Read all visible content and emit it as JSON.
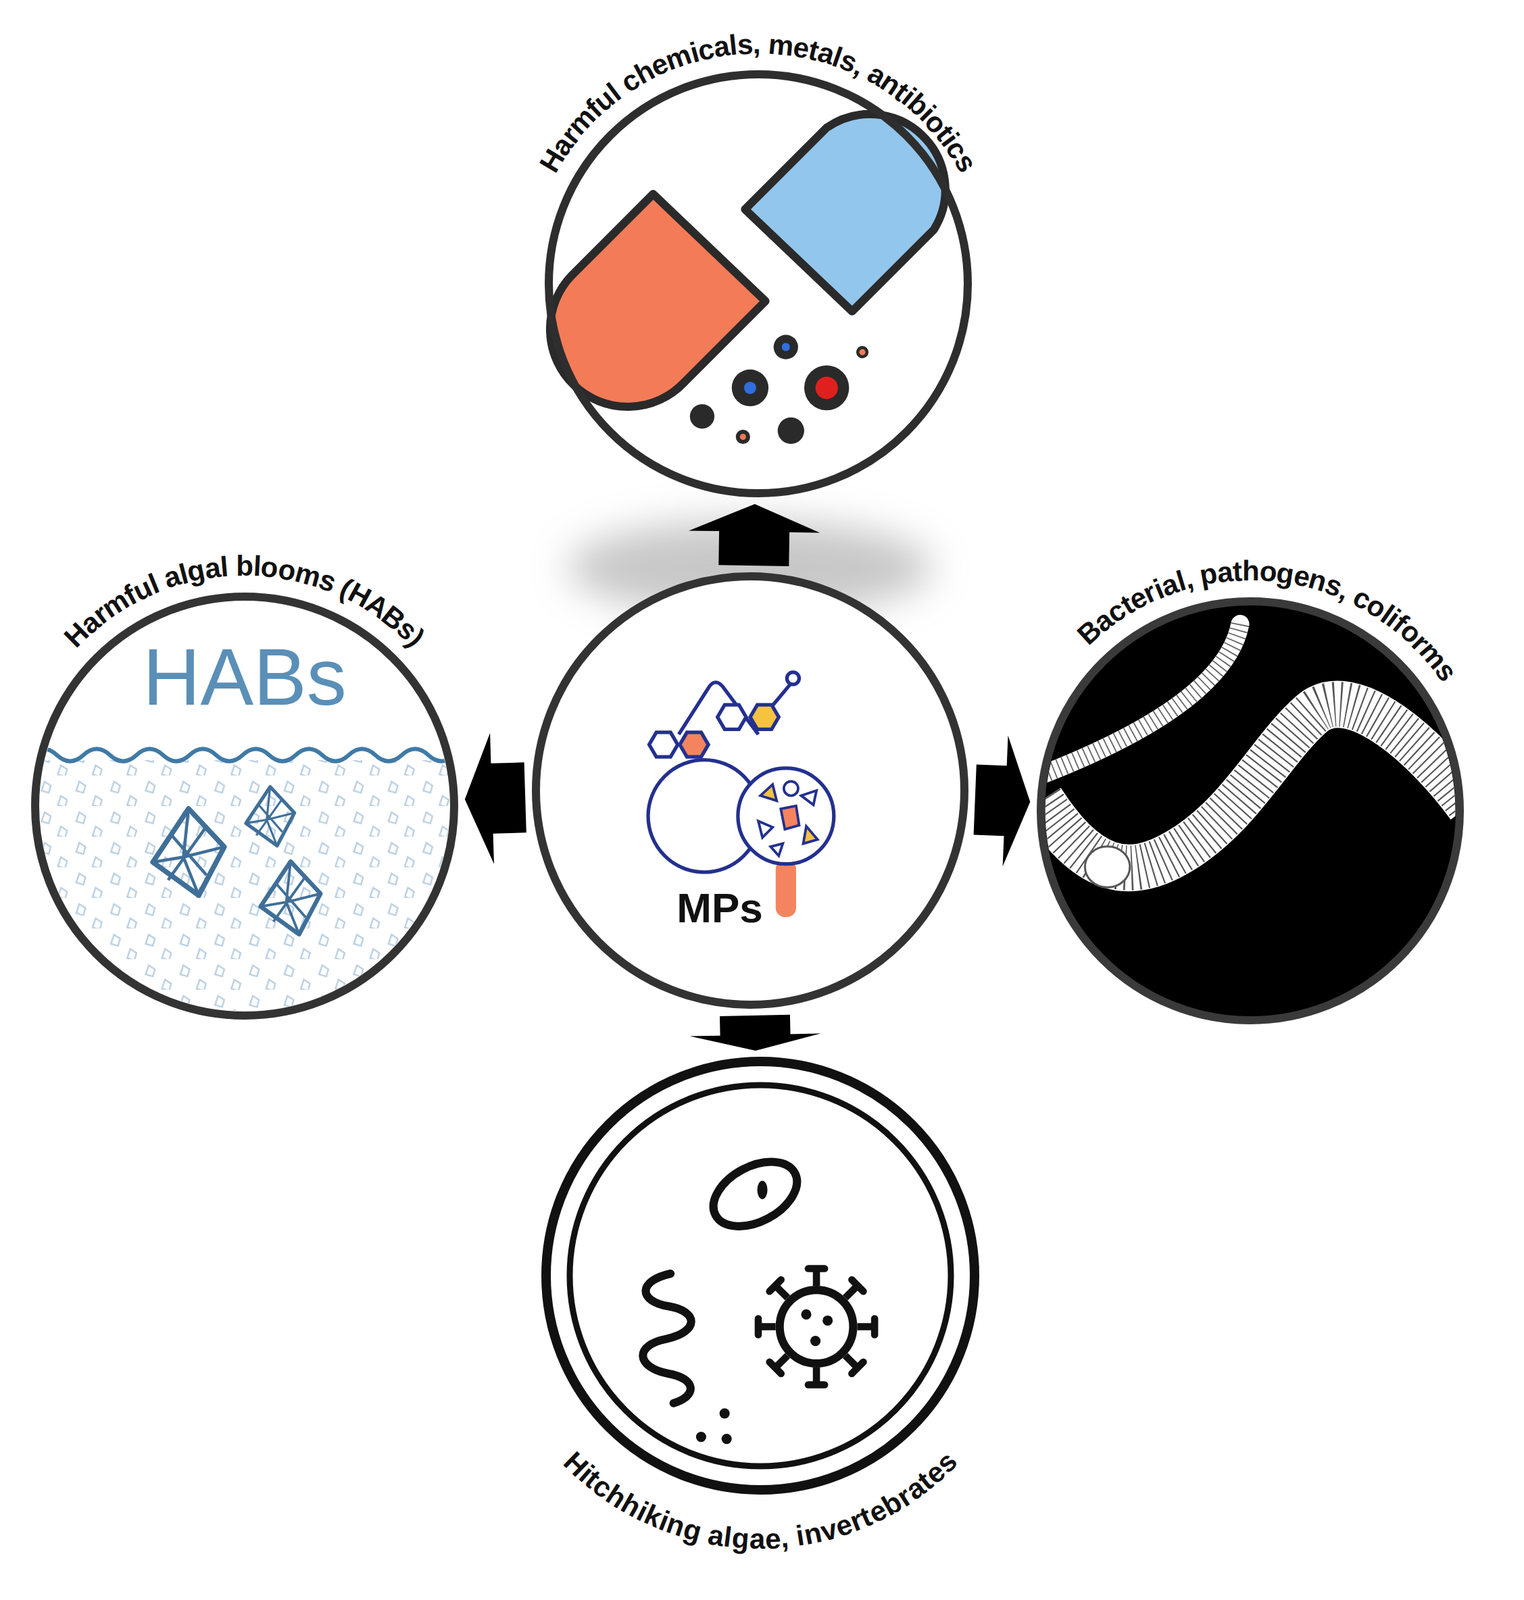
{
  "diagram": {
    "nodes": [
      {
        "text": [
          "Harmful chemicals, metals, antibiotics"
        ]
      },
      {
        "text": [
          "Harmful algal blooms (HABs)",
          "HABs"
        ]
      },
      {
        "text": [
          "MPs"
        ]
      },
      {
        "text": [
          "Bacterial, pathogens, coliforms"
        ]
      },
      {
        "text": [
          "Hitchhiking algae, invertebrates"
        ]
      }
    ],
    "edges": [
      {
        "from": 2,
        "to": 0,
        "arrow": "to"
      },
      {
        "from": 2,
        "to": 1,
        "arrow": "to"
      },
      {
        "from": 2,
        "to": 3,
        "arrow": "to"
      },
      {
        "from": 2,
        "to": 4,
        "arrow": "to"
      }
    ]
  }
}
